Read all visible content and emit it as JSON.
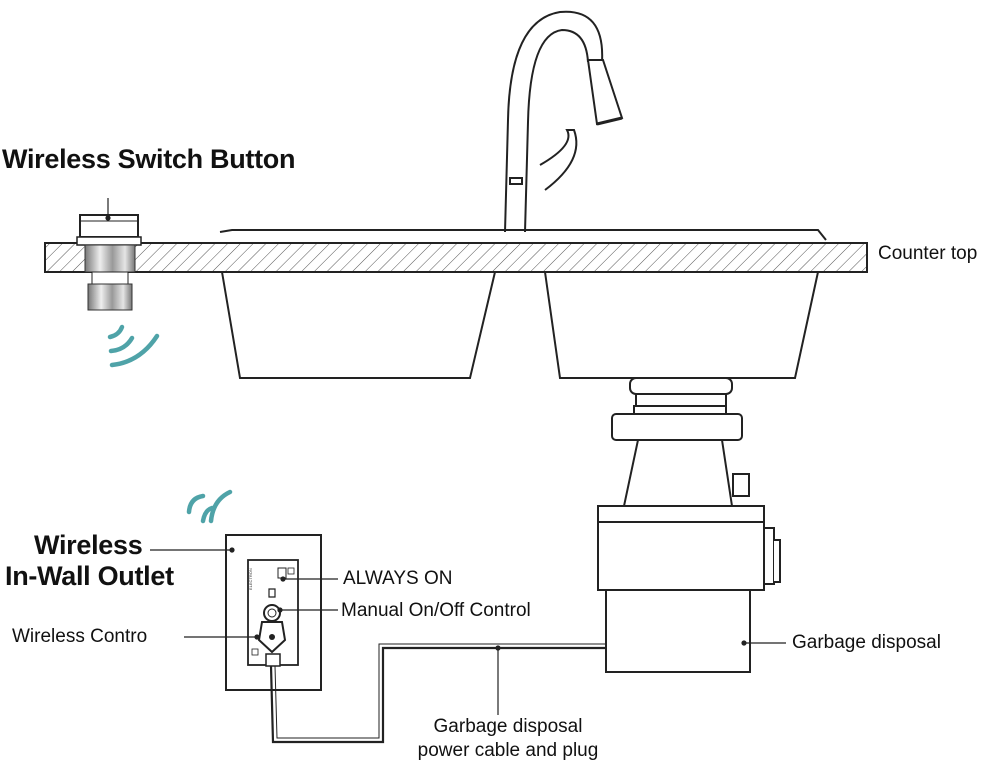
{
  "labels": {
    "wireless_switch_button": "Wireless Switch Button",
    "counter_top": "Counter top",
    "wireless_outlet_line1": "Wireless",
    "wireless_outlet_line2": "In-Wall Outlet",
    "always_on": "ALWAYS ON",
    "manual_control": "Manual On/Off Control",
    "wireless_control": "Wireless Contro",
    "garbage_disposal": "Garbage disposal",
    "cable_line1": "Garbage disposal",
    "cable_line2": "power cable and plug"
  },
  "colors": {
    "line": "#222222",
    "signal": "#4fa3a8",
    "hatch": "#555555",
    "text": "#111111"
  }
}
